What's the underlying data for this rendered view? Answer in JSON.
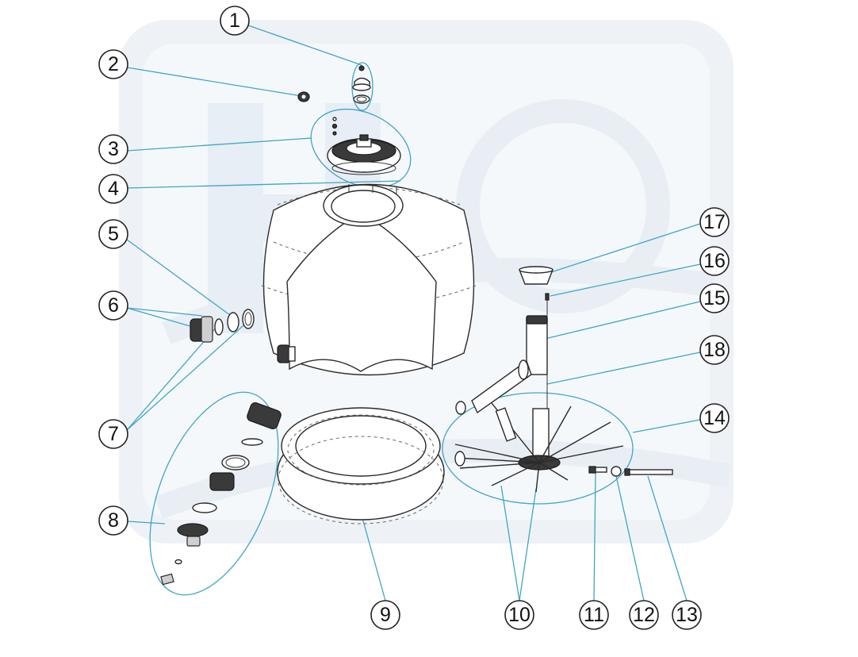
{
  "diagram": {
    "callouts": [
      {
        "id": "c1",
        "label": "1"
      },
      {
        "id": "c2",
        "label": "2"
      },
      {
        "id": "c3",
        "label": "3"
      },
      {
        "id": "c4",
        "label": "4"
      },
      {
        "id": "c5",
        "label": "5"
      },
      {
        "id": "c6",
        "label": "6"
      },
      {
        "id": "c7",
        "label": "7"
      },
      {
        "id": "c8",
        "label": "8"
      },
      {
        "id": "c9",
        "label": "9"
      },
      {
        "id": "c10",
        "label": "10"
      },
      {
        "id": "c11",
        "label": "11"
      },
      {
        "id": "c12",
        "label": "12"
      },
      {
        "id": "c13",
        "label": "13"
      },
      {
        "id": "c14",
        "label": "14"
      },
      {
        "id": "c15",
        "label": "15"
      },
      {
        "id": "c16",
        "label": "16"
      },
      {
        "id": "c17",
        "label": "17"
      },
      {
        "id": "c18",
        "label": "18"
      }
    ],
    "accent_color": "#3fa6c4",
    "watermark_color": "#eef2f7"
  }
}
